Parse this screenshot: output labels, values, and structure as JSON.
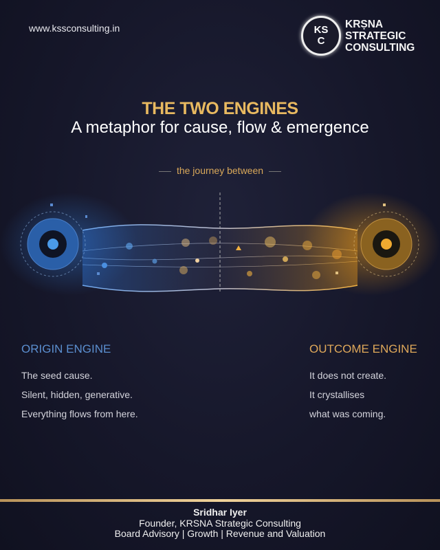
{
  "header": {
    "url": "www.kssconsulting.in",
    "logo_mark_top": "KS",
    "logo_mark_bottom": "C",
    "logo_lines": [
      "KRṢNA",
      "STRATEGIC",
      "CONSULTING"
    ]
  },
  "hero": {
    "title": "THE TWO ENGINES",
    "subtitle": "A metaphor for cause, flow & emergence",
    "journey_label": "the journey between"
  },
  "colors": {
    "origin": "#4a8fe0",
    "outcome": "#f0aa30",
    "gold": "#e8b960",
    "background": "#16172a"
  },
  "origin": {
    "heading": "ORIGIN ENGINE",
    "lines": [
      "The seed cause.",
      "Silent, hidden, generative.",
      "Everything flows from here."
    ]
  },
  "outcome": {
    "heading": "OUTCOME ENGINE",
    "lines": [
      "It does not create.",
      "It crystallises",
      "what was coming."
    ]
  },
  "footer": {
    "name": "Sridhar Iyer",
    "role": "Founder, KRSNA Strategic Consulting",
    "tagline": "Board Advisory | Growth | Revenue and Valuation"
  }
}
